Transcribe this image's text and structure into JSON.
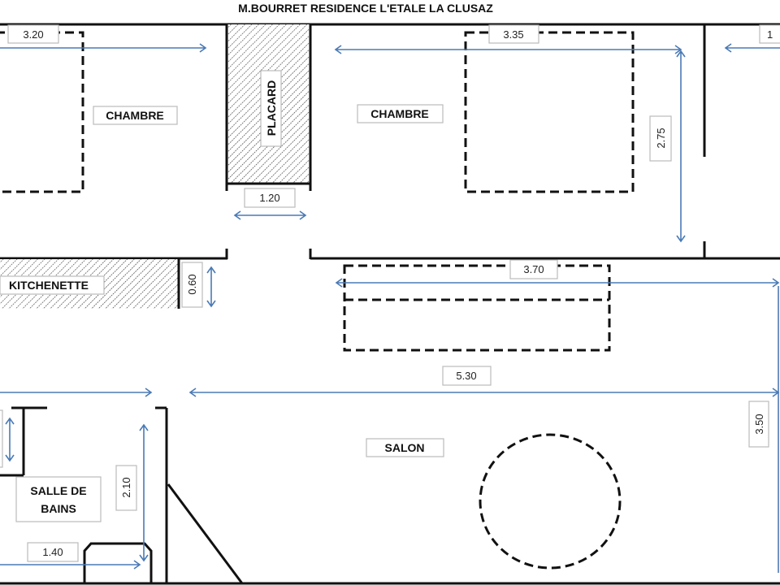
{
  "title": "M.BOURRET RESIDENCE L'ETALE LA CLUSAZ",
  "rooms": {
    "chambre_left": "CHAMBRE",
    "chambre_right": "CHAMBRE",
    "placard": "PLACARD",
    "kitchenette": "KITCHENETTE",
    "salle_de_bains_line1": "SALLE DE",
    "salle_de_bains_line2": "BAINS",
    "salon": "SALON"
  },
  "dimensions": {
    "chambre_left_width": "3.20",
    "chambre_right_width": "3.35",
    "right_room_partial": "1",
    "placard_width": "1.20",
    "chambre_right_depth": "2.75",
    "kitchenette_depth": "0.60",
    "sofa_span": "3.70",
    "salon_width": "5.30",
    "salon_depth": "3.50",
    "bath_depth": "2.10",
    "bath_width": "1.40"
  },
  "colors": {
    "walls": "#111111",
    "dimension_arrows": "#4a7ab5"
  }
}
